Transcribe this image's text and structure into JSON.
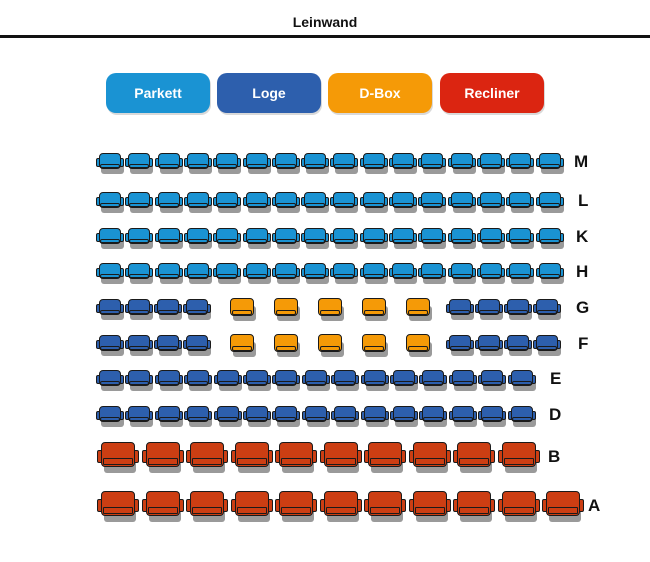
{
  "screen": {
    "title": "Leinwand"
  },
  "legend": [
    {
      "id": "parkett",
      "label": "Parkett",
      "color": "#1a93d3"
    },
    {
      "id": "loge",
      "label": "Loge",
      "color": "#2d5fad"
    },
    {
      "id": "dbox",
      "label": "D-Box",
      "color": "#f59a07"
    },
    {
      "id": "recliner",
      "label": "Recliner",
      "color": "#db2511"
    }
  ],
  "seat_colors": {
    "parkett": "#1a93d3",
    "loge": "#2d5fad",
    "dbox": "#f59a07",
    "recliner": "#cc3e13"
  },
  "rows": [
    {
      "label": "M",
      "segments": [
        {
          "category": "parkett",
          "count": 16
        }
      ]
    },
    {
      "label": "L",
      "segments": [
        {
          "category": "parkett",
          "count": 16
        }
      ]
    },
    {
      "label": "K",
      "segments": [
        {
          "category": "parkett",
          "count": 16
        }
      ]
    },
    {
      "label": "H",
      "segments": [
        {
          "category": "parkett",
          "count": 16
        }
      ]
    },
    {
      "label": "G",
      "segments": [
        {
          "category": "loge",
          "count": 4
        },
        {
          "category": "dbox",
          "count": 5
        },
        {
          "category": "loge",
          "count": 4
        }
      ]
    },
    {
      "label": "F",
      "segments": [
        {
          "category": "loge",
          "count": 4
        },
        {
          "category": "dbox",
          "count": 5
        },
        {
          "category": "loge",
          "count": 4
        }
      ]
    },
    {
      "label": "E",
      "segments": [
        {
          "category": "loge",
          "count": 15
        }
      ]
    },
    {
      "label": "D",
      "segments": [
        {
          "category": "loge",
          "count": 15
        }
      ]
    },
    {
      "label": "B",
      "segments": [
        {
          "category": "recliner",
          "count": 10
        }
      ]
    },
    {
      "label": "A",
      "segments": [
        {
          "category": "recliner",
          "count": 11
        }
      ]
    }
  ]
}
